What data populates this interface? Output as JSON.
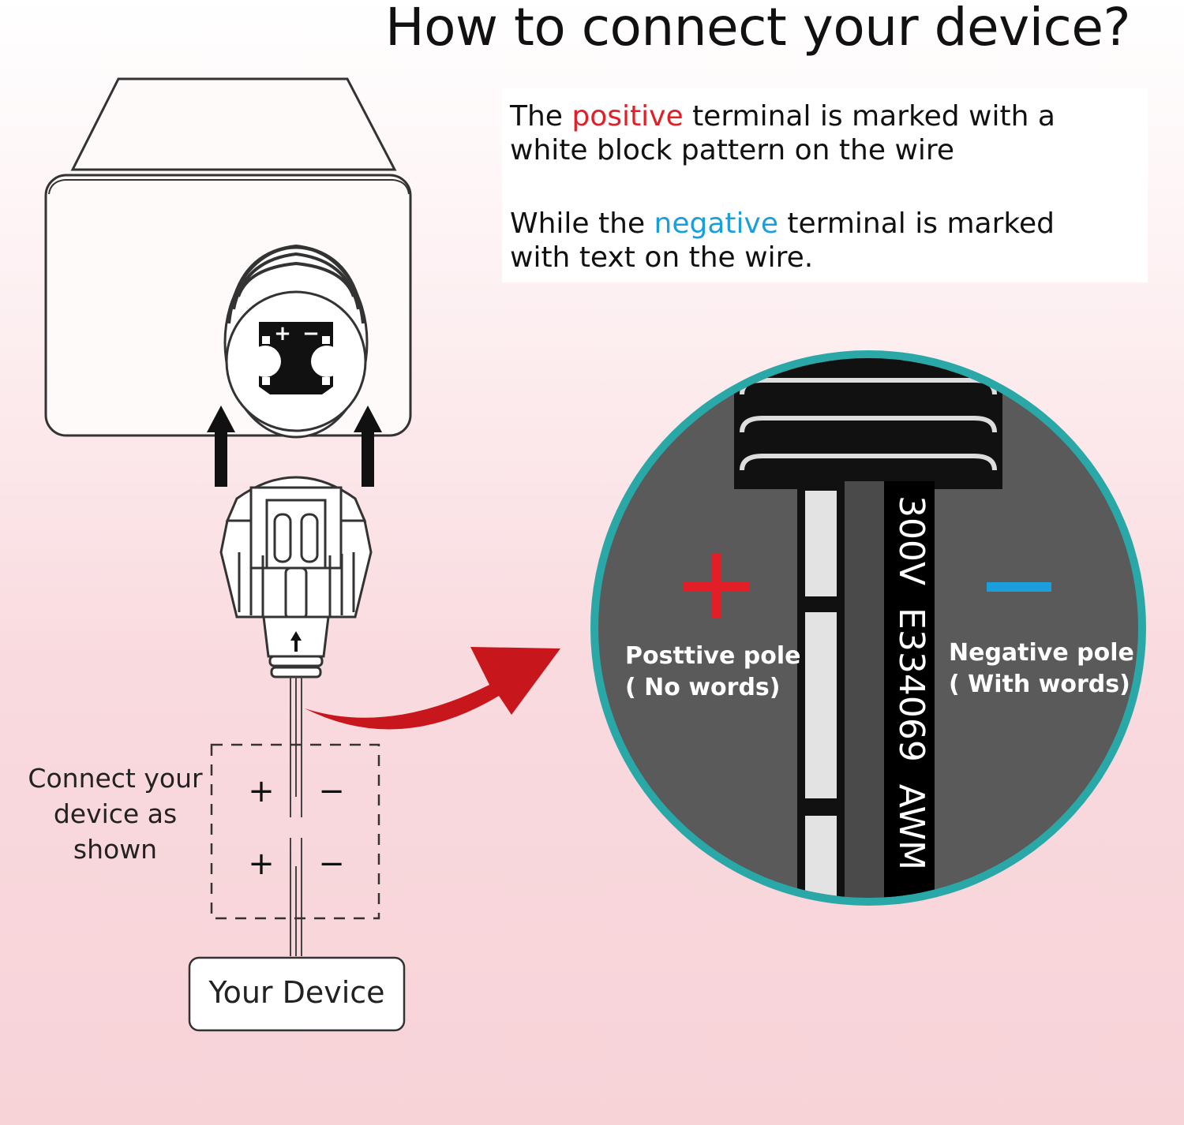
{
  "title": "How to connect your device?",
  "info": {
    "line1": {
      "before": "The ",
      "highlight": "positive",
      "after_1": " terminal is marked with a",
      "after_2": "white block pattern on the wire"
    },
    "line2": {
      "before": "While the ",
      "highlight": "negative",
      "after_1": " terminal is marked",
      "after_2": "with text on the wire."
    }
  },
  "diagram": {
    "plug_signs": {
      "plus": "+",
      "minus": "−"
    },
    "connect_label": "Connect your device as shown",
    "wire_signs": {
      "plus": "+",
      "minus": "−"
    },
    "device_label": "Your Device",
    "zoom": {
      "positive_label_1": "Posttive pole",
      "positive_label_2": "( No words)",
      "negative_label_1": "Negative pole",
      "negative_label_2": "( With words)",
      "wire_text": "300V  E334069  AWM"
    }
  },
  "colors": {
    "positive": "#e21f26",
    "negative": "#1b9fdc",
    "arrow": "#c8161d",
    "ring": "#2aa8a8",
    "zoom_bg": "#5a5a5a"
  }
}
